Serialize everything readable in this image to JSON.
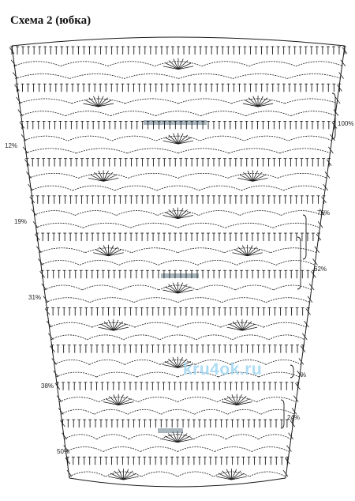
{
  "title": "Схема 2 (юбка)",
  "watermark": "kru4ok.ru",
  "left_marks": [
    "12%",
    "19%",
    "31%",
    "38%",
    "50%"
  ],
  "right_marks": [
    "100%",
    "76%",
    "62%",
    "%",
    "24%"
  ],
  "colors": {
    "ink": "#1a1a1a",
    "highlight": "#a9b6bd",
    "watermark": "#9fd6f2"
  },
  "rows": 35
}
